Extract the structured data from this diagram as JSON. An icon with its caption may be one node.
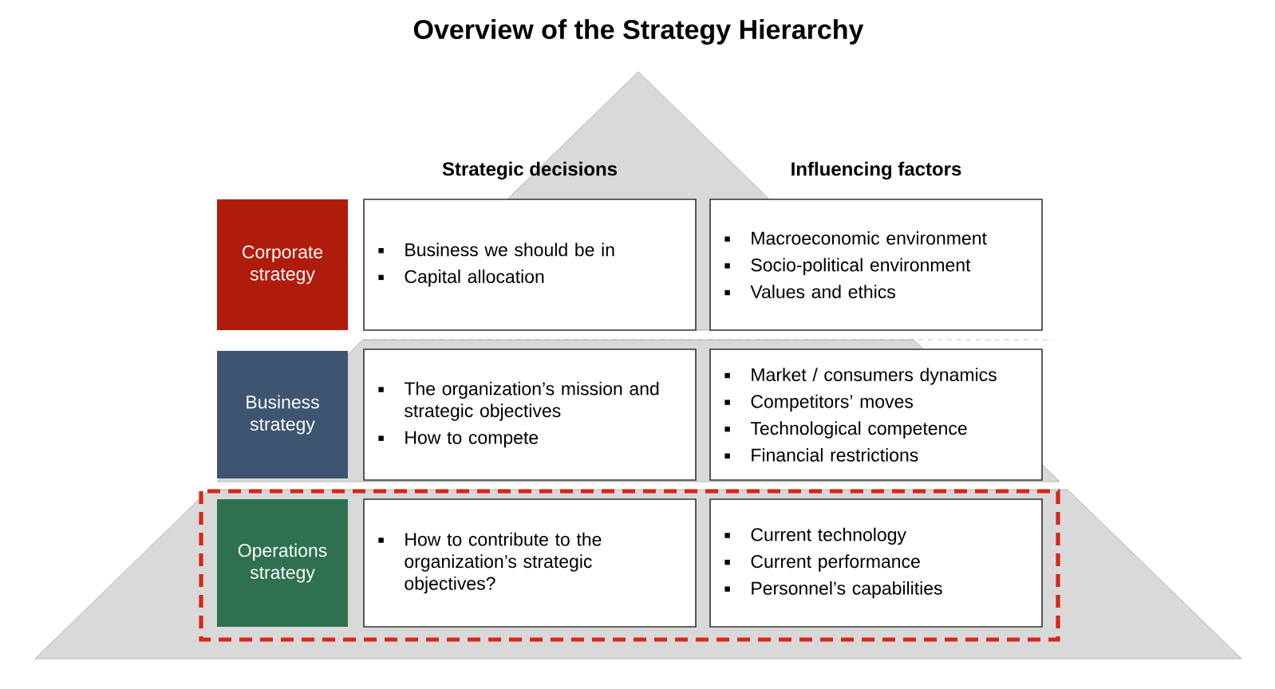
{
  "diagram": {
    "title": "Overview of the Strategy Hierarchy",
    "nodes": [
      {
        "text": [
          "Corporate strategy"
        ]
      },
      {
        "text": [
          "Business we should be in",
          "Capital allocation"
        ]
      },
      {
        "text": [
          "Macroeconomic environment",
          "Socio-political environment",
          "Values and ethics"
        ]
      },
      {
        "text": [
          "Business strategy"
        ]
      },
      {
        "text": [
          "The organization’s mission and strategic objectives",
          "How to compete"
        ]
      },
      {
        "text": [
          "Market / consumers dynamics",
          "Competitors’ moves",
          "Technological competence",
          "Financial restrictions"
        ]
      },
      {
        "text": [
          "Operations strategy"
        ]
      },
      {
        "text": [
          "How to contribute to the organization’s strategic objectives?"
        ]
      },
      {
        "text": [
          "Current technology",
          "Current performance",
          "Personnel’s capabilities"
        ]
      }
    ],
    "labels": [
      "Strategic decisions",
      "Influencing factors"
    ]
  }
}
